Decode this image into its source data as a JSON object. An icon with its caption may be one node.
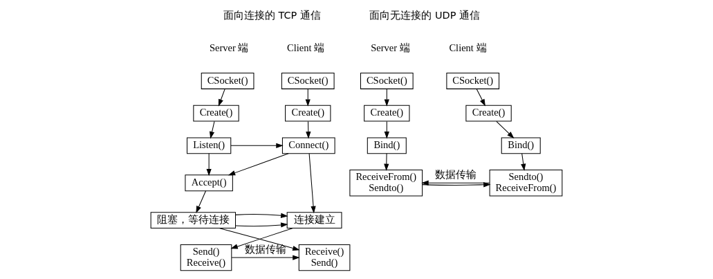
{
  "diagram": {
    "nodes": [
      {
        "text": [
          "CSocket()"
        ]
      },
      {
        "text": [
          "Create()"
        ]
      },
      {
        "text": [
          "Listen()"
        ]
      },
      {
        "text": [
          "Accept()"
        ]
      },
      {
        "text": [
          "阻塞，等待连接"
        ]
      },
      {
        "text": [
          "Receive()",
          "Send()"
        ]
      },
      {
        "text": [
          "CSocket()"
        ]
      },
      {
        "text": [
          "Create()"
        ]
      },
      {
        "text": [
          "Connect()"
        ]
      },
      {
        "text": [
          "连接建立"
        ]
      },
      {
        "text": [
          "Send()",
          "Receive()"
        ]
      },
      {
        "text": [
          "CSocket()"
        ]
      },
      {
        "text": [
          "Create()"
        ]
      },
      {
        "text": [
          "Bind()"
        ]
      },
      {
        "text": [
          "ReceiveFrom()",
          "Sendto()"
        ]
      },
      {
        "text": [
          "CSocket()"
        ]
      },
      {
        "text": [
          "Create()"
        ]
      },
      {
        "text": [
          "Bind()"
        ]
      },
      {
        "text": [
          "Sendto()",
          "ReceiveFrom()"
        ]
      }
    ],
    "edges": [
      {
        "from": 0,
        "to": 1,
        "arrow": "to"
      },
      {
        "from": 1,
        "to": 2,
        "arrow": "to"
      },
      {
        "from": 2,
        "to": 3,
        "arrow": "to"
      },
      {
        "from": 3,
        "to": 4,
        "arrow": "to"
      },
      {
        "from": 4,
        "to": 5,
        "arrow": "to"
      },
      {
        "from": 6,
        "to": 7,
        "arrow": "to"
      },
      {
        "from": 7,
        "to": 8,
        "arrow": "to"
      },
      {
        "from": 8,
        "to": 9,
        "arrow": "to"
      },
      {
        "from": 9,
        "to": 10,
        "arrow": "to"
      },
      {
        "from": 2,
        "to": 8,
        "arrow": "to"
      },
      {
        "from": 8,
        "to": 3,
        "arrow": "to"
      },
      {
        "from": 4,
        "to": 9,
        "arrow": "to"
      },
      {
        "from": 4,
        "to": 9,
        "arrow": "to"
      },
      {
        "from": 10,
        "to": 5,
        "arrow": "to",
        "label": "数据传输"
      },
      {
        "from": 11,
        "to": 12,
        "arrow": "to"
      },
      {
        "from": 12,
        "to": 13,
        "arrow": "to"
      },
      {
        "from": 13,
        "to": 14,
        "arrow": "to"
      },
      {
        "from": 15,
        "to": 16,
        "arrow": "to"
      },
      {
        "from": 16,
        "to": 17,
        "arrow": "to"
      },
      {
        "from": 17,
        "to": 18,
        "arrow": "to"
      },
      {
        "from": 18,
        "to": 14,
        "arrow": "to",
        "label": "数据传输"
      },
      {
        "from": 14,
        "to": 18,
        "arrow": "to"
      }
    ],
    "labels": [
      "面向连接的 TCP 通信",
      "Server 端",
      "Client 端",
      "面向无连接的 UDP 通信",
      "Server 端",
      "Client 端"
    ]
  }
}
